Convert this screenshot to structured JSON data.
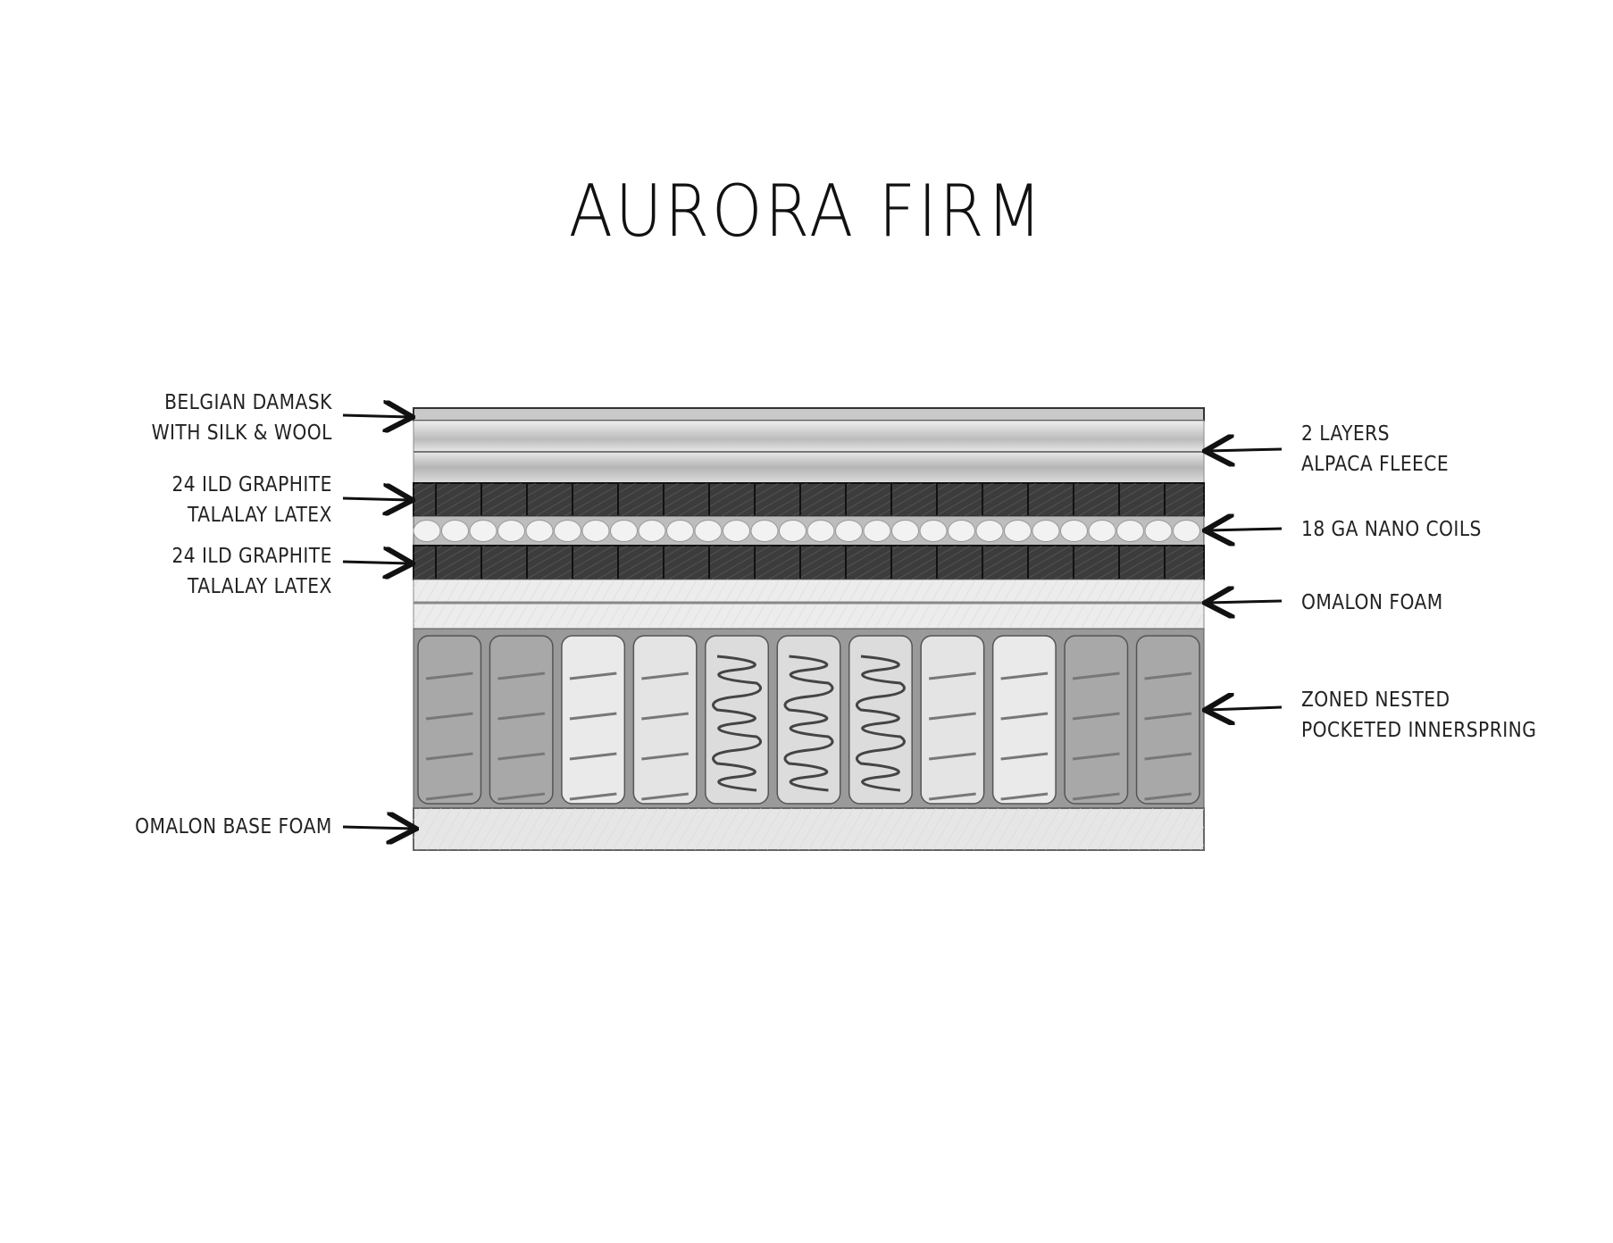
{
  "title": "AURORA FIRM",
  "left_labels": [
    {
      "lines": [
        "BELGIAN DAMASK",
        "WITH SILK & WOOL"
      ]
    },
    {
      "lines": [
        "24 ILD GRAPHITE",
        "TALALAY LATEX"
      ]
    },
    {
      "lines": [
        "24 ILD GRAPHITE",
        "TALALAY LATEX"
      ]
    },
    {
      "lines": [
        "OMALON BASE FOAM"
      ]
    }
  ],
  "right_labels": [
    {
      "lines": [
        "2 LAYERS",
        "ALPACA FLEECE"
      ]
    },
    {
      "lines": [
        "18 GA NANO COILS"
      ]
    },
    {
      "lines": [
        "OMALON FOAM"
      ]
    },
    {
      "lines": [
        "ZONED NESTED",
        "POCKETED INNERSPRING"
      ]
    }
  ]
}
